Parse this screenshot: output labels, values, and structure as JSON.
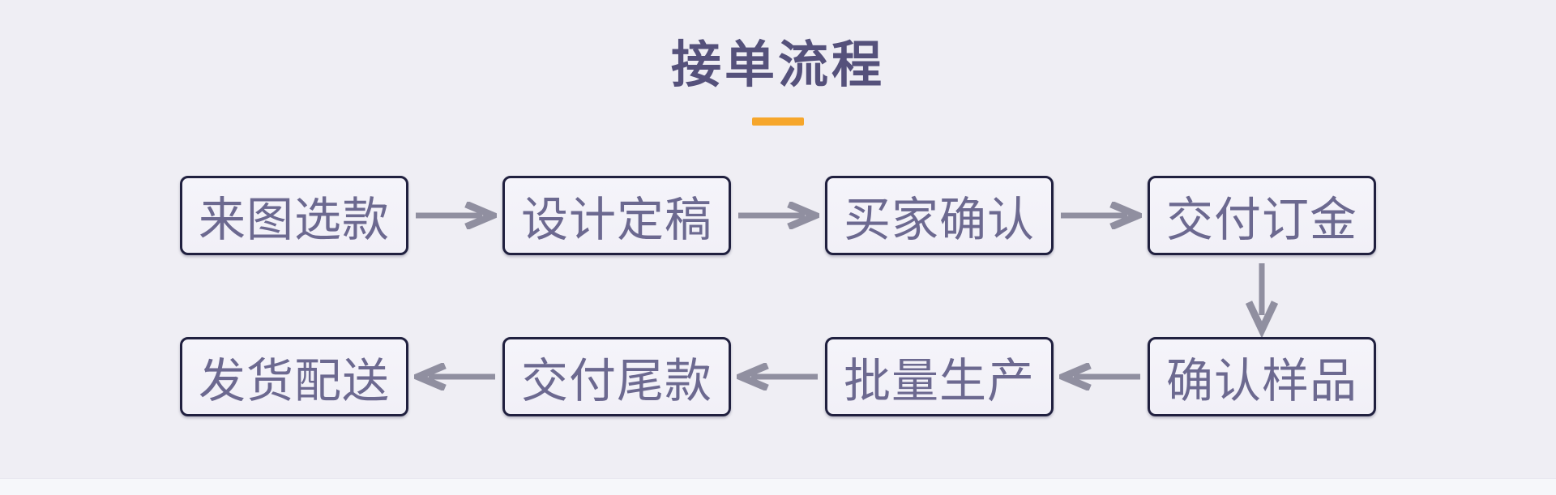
{
  "diagram": {
    "title": "接单流程",
    "rows": [
      {
        "direction": "right",
        "boxes": [
          "来图选款",
          "设计定稿",
          "买家确认",
          "交付订金"
        ]
      },
      {
        "direction": "left",
        "boxes": [
          "发货配送",
          "交付尾款",
          "批量生产",
          "确认样品"
        ]
      }
    ],
    "connector": {
      "from": "交付订金",
      "to": "确认样品",
      "direction": "down"
    }
  },
  "colors": {
    "page-bg": "#efeef4",
    "footer-bg": "#f6f7fa",
    "accent": "#f6a62b",
    "title-color": "#55517b",
    "box-border": "#20203f",
    "box-text": "#6c6990",
    "arrow": "#908fa0"
  }
}
